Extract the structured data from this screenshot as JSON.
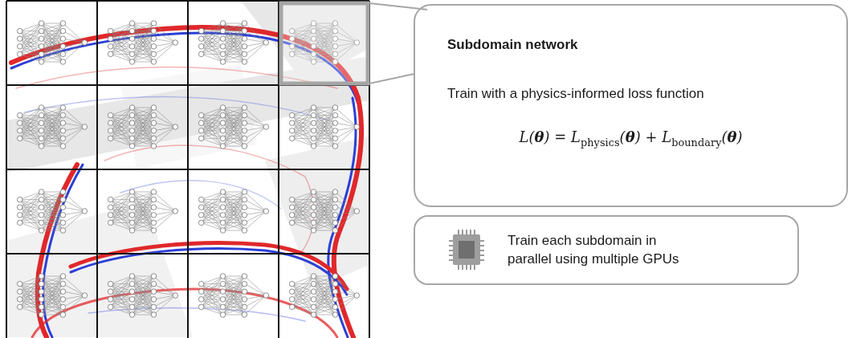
{
  "diagram": {
    "nodes": [
      {
        "text": [
          "Subdomain network",
          "Train with a physics-informed loss function",
          "L(θ) = Lphysics(θ) + Lboundary(θ)"
        ]
      },
      {
        "text": [
          "Train each subdomain in parallel using multiple GPUs"
        ]
      }
    ]
  }
}
